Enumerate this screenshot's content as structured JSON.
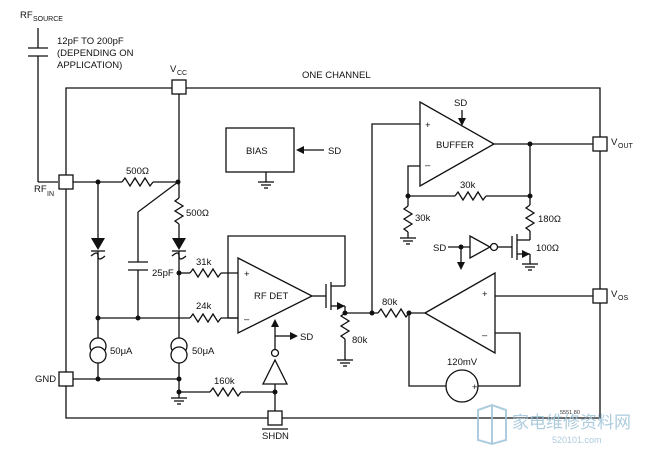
{
  "pins": {
    "rf_source_main": "RF",
    "rf_source_sub": "SOURCE",
    "vcc_main": "V",
    "vcc_sub": "CC",
    "rfin_main": "RF",
    "rfin_sub": "IN",
    "gnd": "GND",
    "vout_main": "V",
    "vout_sub": "OUT",
    "vos_main": "V",
    "vos_sub": "OS",
    "shdn": "SHDN"
  },
  "notes": {
    "cap_line1": "12pF TO 200pF",
    "cap_line2": "(DEPENDING ON",
    "cap_line3": "APPLICATION)",
    "channel": "ONE CHANNEL",
    "figure_id": "5551 80"
  },
  "blocks": {
    "bias": "BIAS",
    "buffer": "BUFFER",
    "rf_det": "RF DET"
  },
  "components": {
    "r_500_top": "500Ω",
    "r_500_vert": "500Ω",
    "c_25pf": "25pF",
    "r_31k": "31k",
    "r_24k": "24k",
    "r_160k": "160k",
    "i_50ua_left": "50μA",
    "i_50ua_right": "50μA",
    "r_80k_vert": "80k",
    "r_80k_horiz": "80k",
    "r_30k_horiz": "30k",
    "r_30k_vert": "30k",
    "r_180": "180Ω",
    "r_100": "100Ω",
    "v_120mv": "120mV"
  },
  "signals": {
    "sd_bias": "SD",
    "sd_buffer": "SD",
    "sd_rfdet": "SD",
    "sd_inverter": "SD",
    "plus": "+",
    "minus": "–"
  },
  "watermark": {
    "cn": "家电维修资料网",
    "url": "520101.com"
  }
}
